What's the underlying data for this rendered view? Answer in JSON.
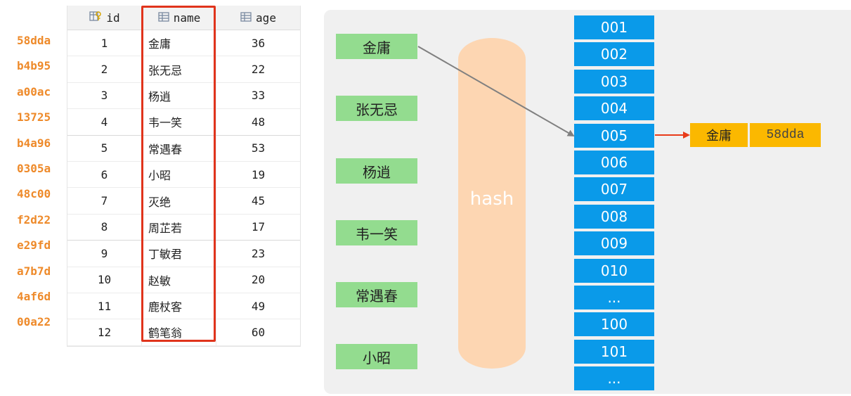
{
  "table": {
    "columns": [
      {
        "key": "id",
        "label": "id",
        "icon": "primary-key-column-icon"
      },
      {
        "key": "name",
        "label": "name",
        "icon": "column-icon"
      },
      {
        "key": "age",
        "label": "age",
        "icon": "column-icon"
      }
    ],
    "rows": [
      {
        "addr": "58dda",
        "id": "1",
        "name": "金庸",
        "age": "36"
      },
      {
        "addr": "b4b95",
        "id": "2",
        "name": "张无忌",
        "age": "22"
      },
      {
        "addr": "a00ac",
        "id": "3",
        "name": "杨逍",
        "age": "33"
      },
      {
        "addr": "13725",
        "id": "4",
        "name": "韦一笑",
        "age": "48"
      },
      {
        "addr": "b4a96",
        "id": "5",
        "name": "常遇春",
        "age": "53"
      },
      {
        "addr": "0305a",
        "id": "6",
        "name": "小昭",
        "age": "19"
      },
      {
        "addr": "48c00",
        "id": "7",
        "name": "灭绝",
        "age": "45"
      },
      {
        "addr": "f2d22",
        "id": "8",
        "name": "周芷若",
        "age": "17"
      },
      {
        "addr": "e29fd",
        "id": "9",
        "name": "丁敏君",
        "age": "23"
      },
      {
        "addr": "a7b7d",
        "id": "10",
        "name": "赵敏",
        "age": "20"
      },
      {
        "addr": "4af6d",
        "id": "11",
        "name": "鹿杖客",
        "age": "49"
      },
      {
        "addr": "00a22",
        "id": "12",
        "name": "鹤笔翁",
        "age": "60"
      }
    ]
  },
  "diagram": {
    "keys": [
      "金庸",
      "张无忌",
      "杨逍",
      "韦一笑",
      "常遇春",
      "小昭"
    ],
    "hash_label": "hash",
    "buckets": [
      "001",
      "002",
      "003",
      "004",
      "005",
      "006",
      "007",
      "008",
      "009",
      "010",
      "...",
      "100",
      "101",
      "..."
    ],
    "highlight_bucket": "005",
    "entry": {
      "key": "金庸",
      "value": "58dda"
    }
  },
  "colors": {
    "addr": "#ee8a2a",
    "highlight_frame": "#e0341c",
    "key_box": "#93dc8f",
    "hash_band": "#fdd6b2",
    "bucket": "#0a9ae9",
    "entry": "#fbb800",
    "arrow_gray": "#808080",
    "arrow_red": "#e83b1a"
  }
}
